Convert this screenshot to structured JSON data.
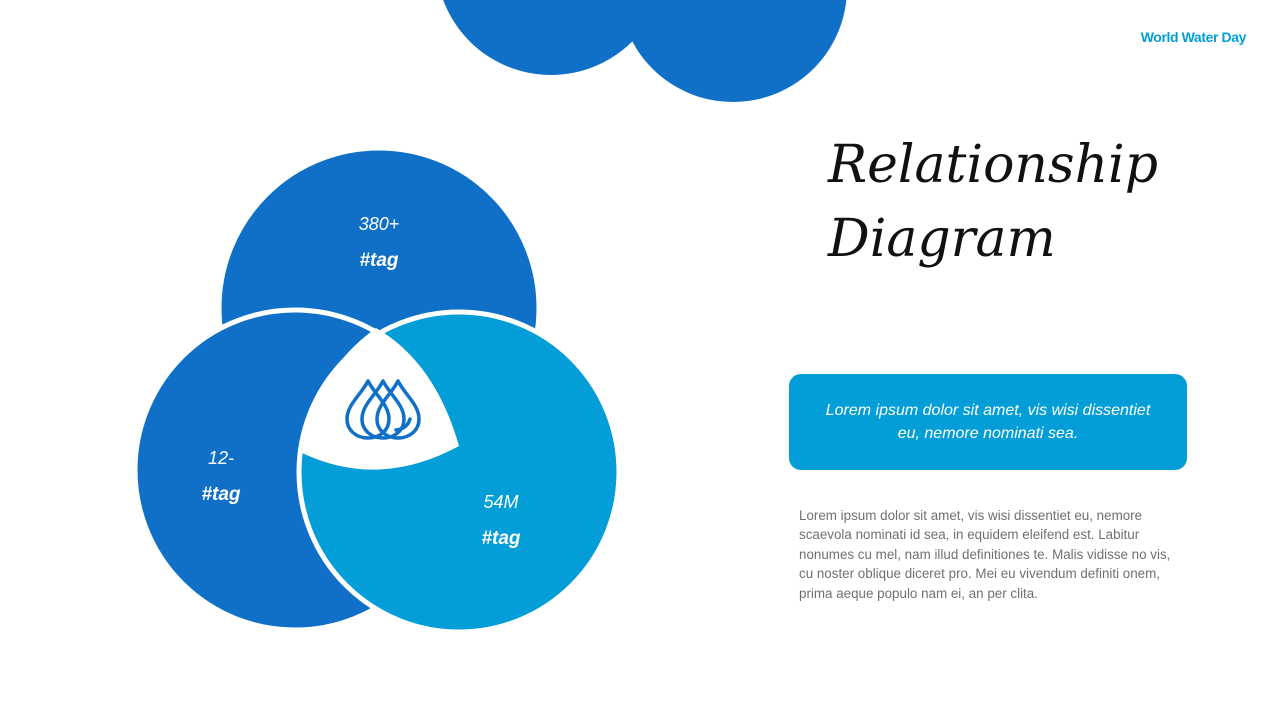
{
  "header": {
    "brand": "World Water Day"
  },
  "title": {
    "line1": "Relationship",
    "line2": "Diagram"
  },
  "diagram": {
    "center_icon": "water-drops-icon",
    "circles": [
      {
        "value": "380+",
        "tag": "#tag",
        "color": "#1070C7"
      },
      {
        "value": "12-",
        "tag": "#tag",
        "color": "#1070C7"
      },
      {
        "value": "54M",
        "tag": "#tag",
        "color": "#039DD8"
      }
    ]
  },
  "callout": {
    "text": "Lorem ipsum dolor sit amet, vis wisi dissentiet eu, nemore nominati sea.",
    "color": "#039DD8"
  },
  "body": {
    "text": "Lorem ipsum dolor sit amet, vis wisi dissentiet eu, nemore scaevola nominati id sea, in equidem eleifend est. Labitur nonumes cu mel, nam illud definitiones te. Malis vidisse no vis, cu noster oblique diceret pro. Mei eu vivendum definiti onem, prima aeque populo nam ei, an per clita."
  },
  "colors": {
    "primary": "#1070C7",
    "accent": "#039DD8",
    "brand_text": "#039DD8"
  }
}
